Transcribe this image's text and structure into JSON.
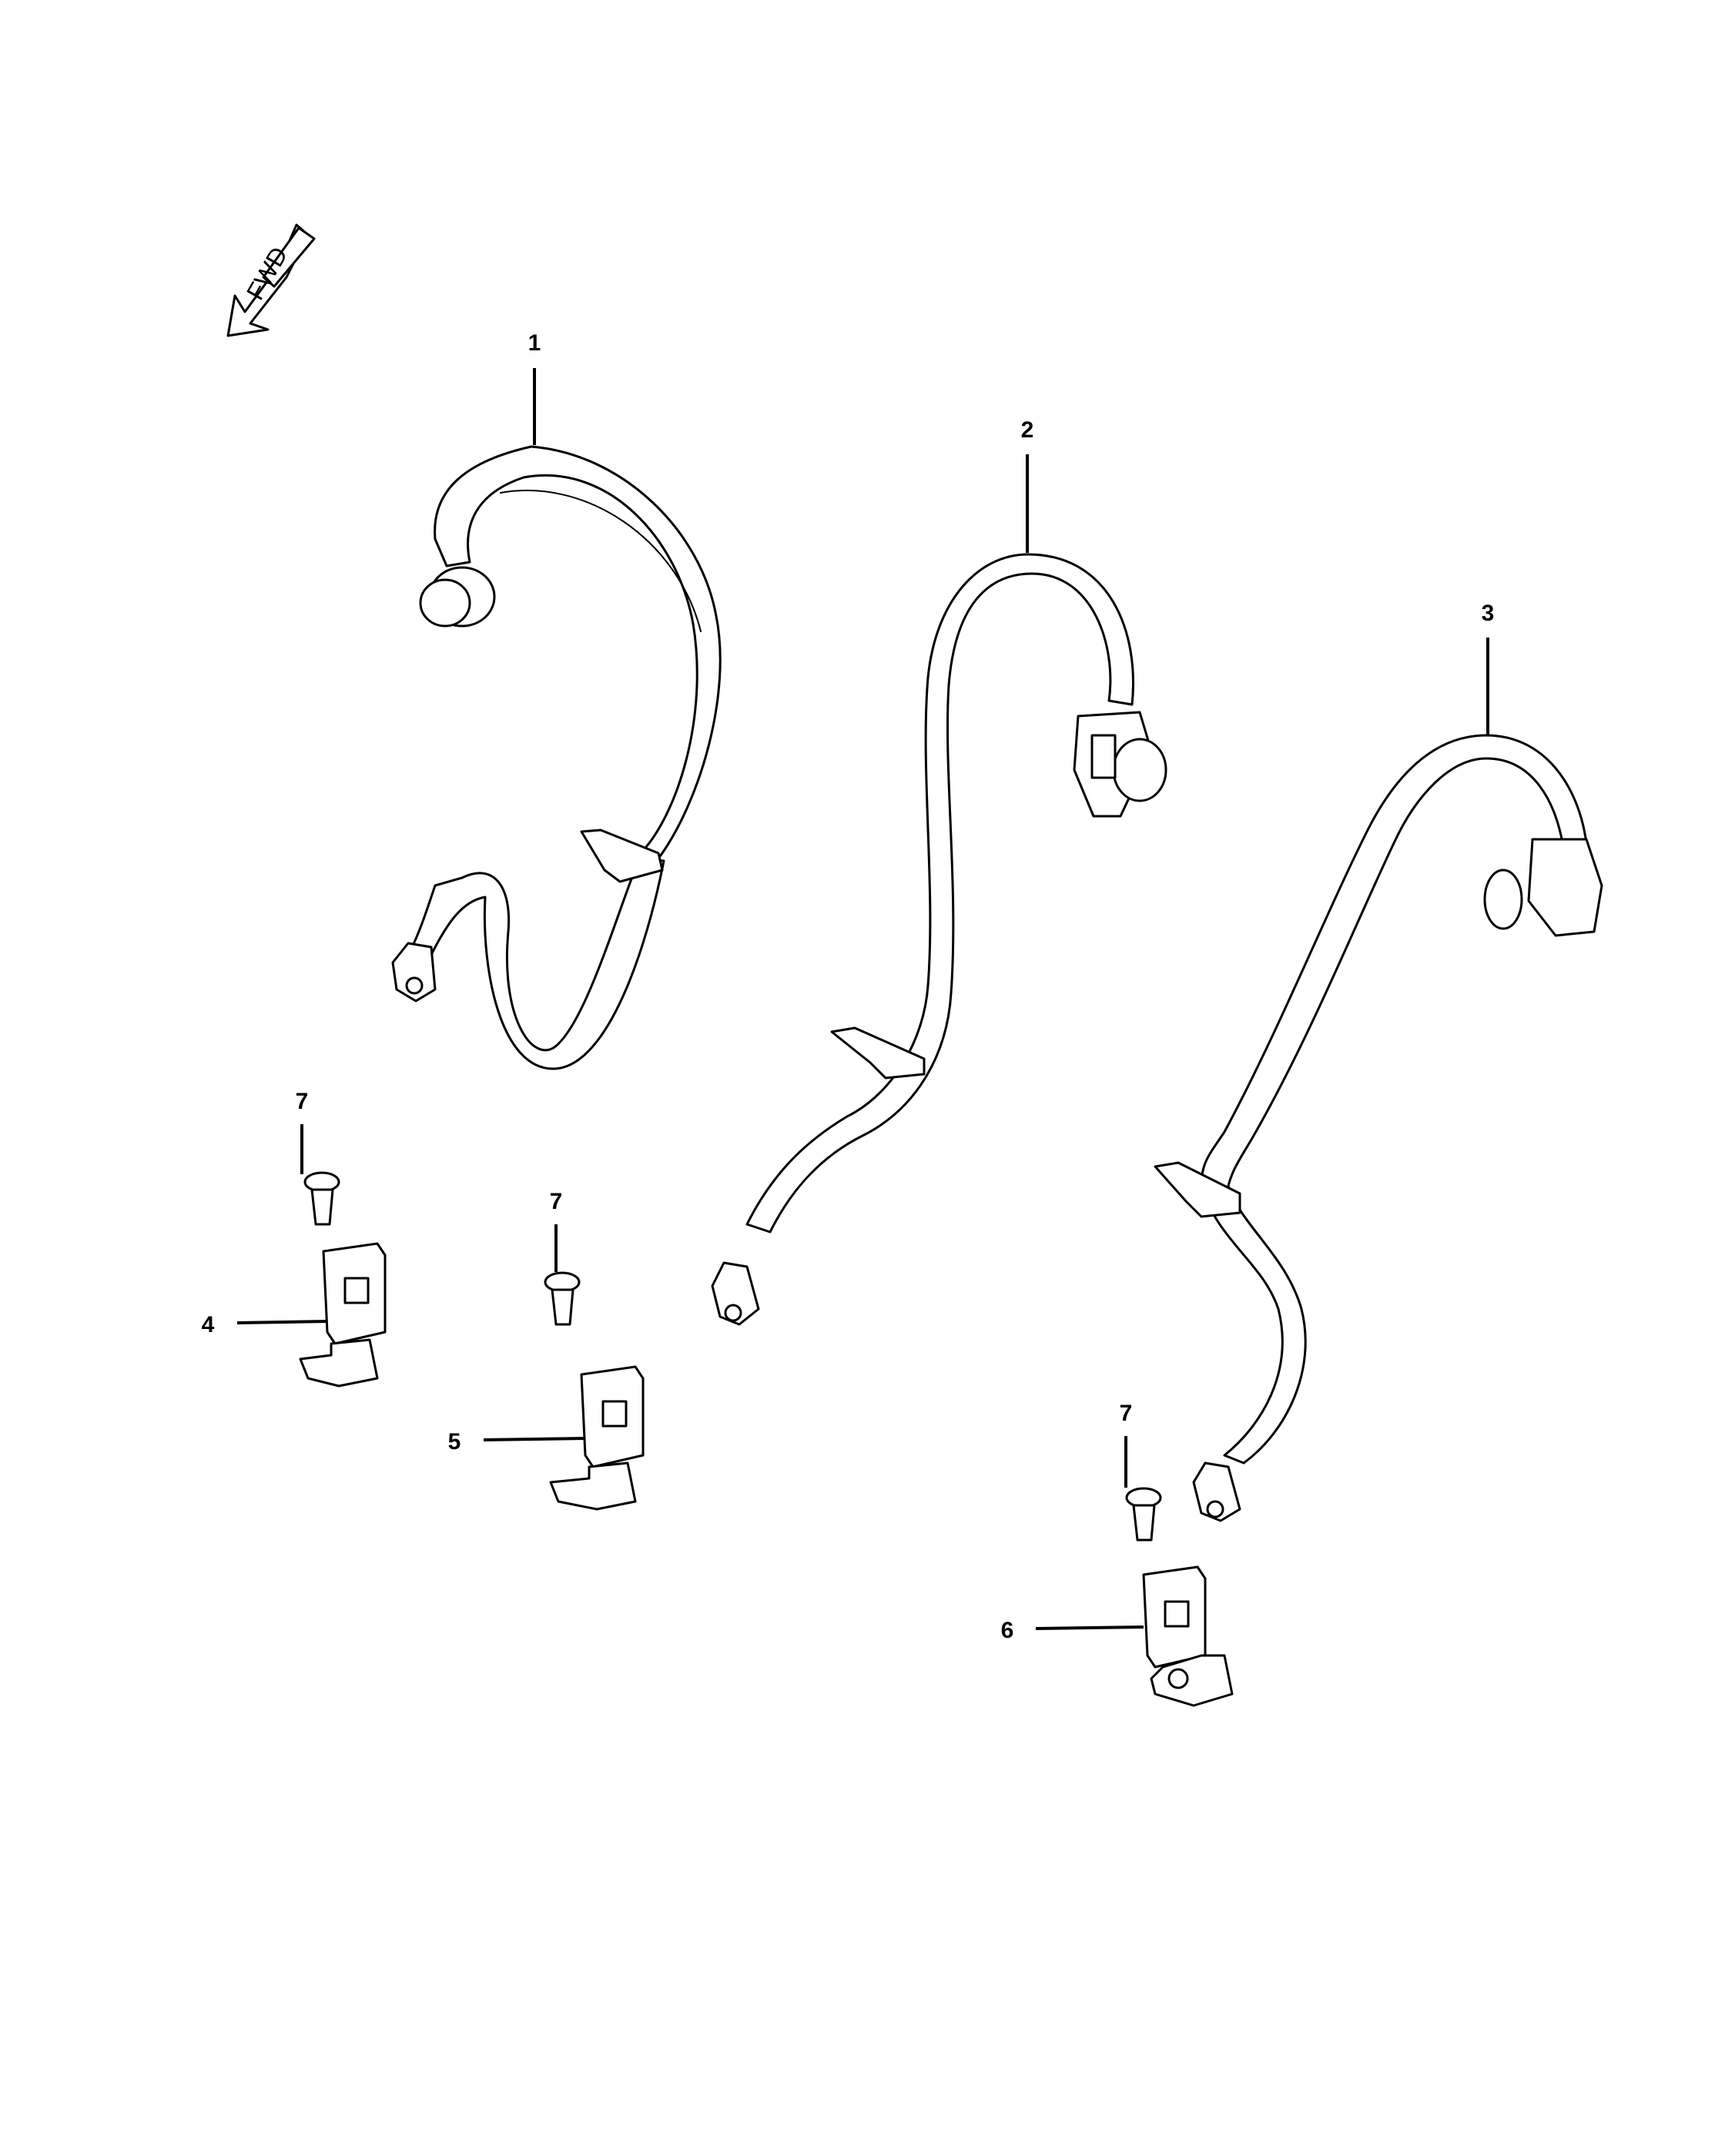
{
  "diagram": {
    "fwd_label": "FWD",
    "callouts": [
      {
        "id": "c1",
        "text": "1"
      },
      {
        "id": "c2",
        "text": "2"
      },
      {
        "id": "c3",
        "text": "3"
      },
      {
        "id": "c4",
        "text": "4"
      },
      {
        "id": "c5",
        "text": "5"
      },
      {
        "id": "c6",
        "text": "6"
      },
      {
        "id": "c7a",
        "text": "7"
      },
      {
        "id": "c7b",
        "text": "7"
      },
      {
        "id": "c7c",
        "text": "7"
      }
    ]
  }
}
